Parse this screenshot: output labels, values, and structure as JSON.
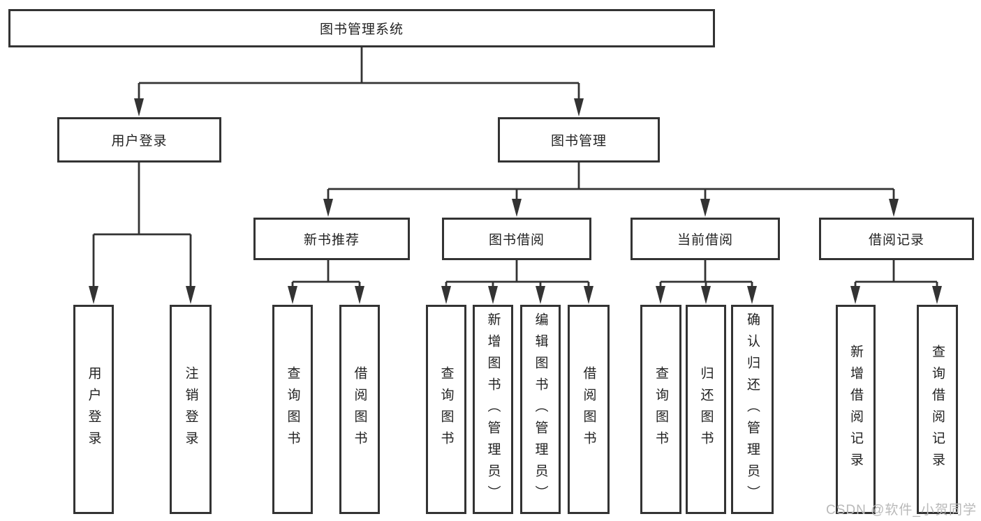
{
  "tree": {
    "root": "图书管理系统",
    "branches": [
      {
        "label": "用户登录",
        "leaves": [
          "用户登录",
          "注销登录"
        ]
      },
      {
        "label": "图书管理",
        "groups": [
          {
            "label": "新书推荐",
            "leaves": [
              "查询图书",
              "借阅图书"
            ]
          },
          {
            "label": "图书借阅",
            "leaves": [
              "查询图书",
              "新增图书（管理员）",
              "编辑图书（管理员）",
              "借阅图书"
            ]
          },
          {
            "label": "当前借阅",
            "leaves": [
              "查询图书",
              "归还图书",
              "确认归还（管理员）"
            ]
          },
          {
            "label": "借阅记录",
            "leaves": [
              "新增借阅记录",
              "查询借阅记录"
            ]
          }
        ]
      }
    ]
  },
  "watermark": "CSDN @软件_小贺同学",
  "colors": {
    "line": "#333333",
    "box_border": "#333333",
    "text": "#222222",
    "watermark": "#b9b9b9",
    "background": "#ffffff"
  }
}
